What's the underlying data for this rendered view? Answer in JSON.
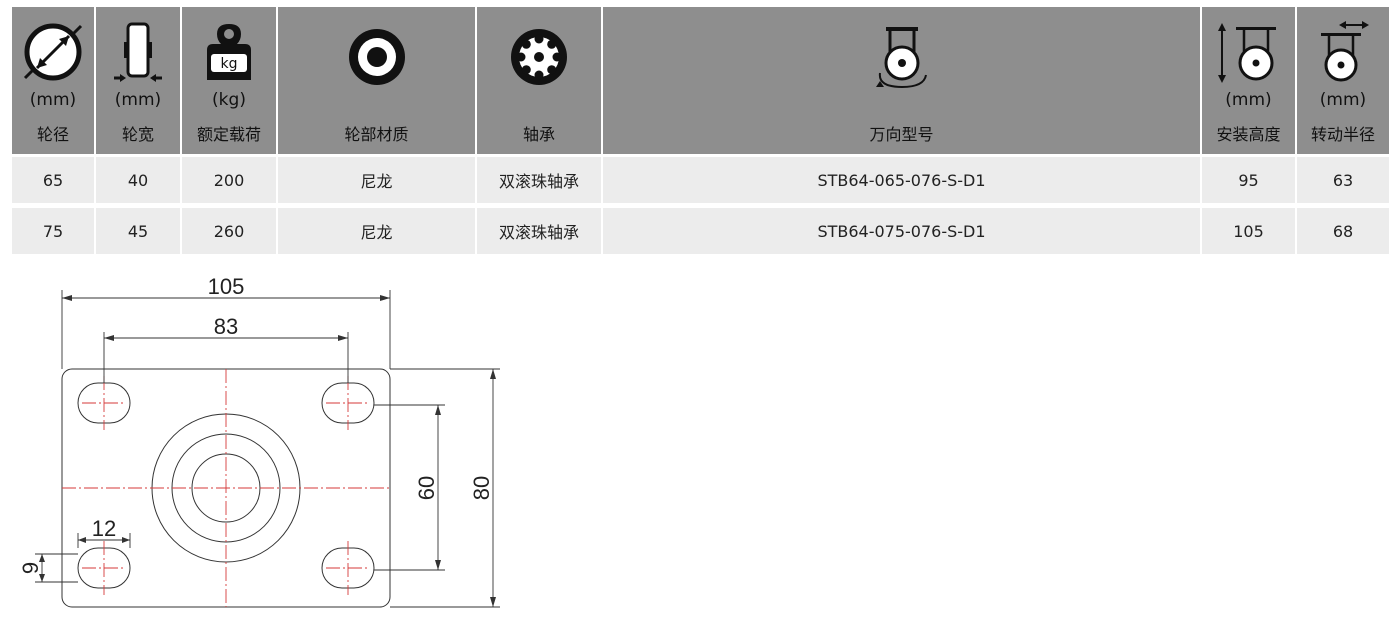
{
  "table": {
    "headers": [
      {
        "icon": "wheel-diameter-icon",
        "unit": "(mm)",
        "label": "轮径"
      },
      {
        "icon": "wheel-width-icon",
        "unit": "(mm)",
        "label": "轮宽"
      },
      {
        "icon": "kg-weight-icon",
        "icon_text": "kg",
        "unit": "(kg)",
        "label": "额定载荷"
      },
      {
        "icon": "wheel-material-icon",
        "unit": "",
        "label": "轮部材质"
      },
      {
        "icon": "ball-bearing-icon",
        "unit": "",
        "label": "轴承"
      },
      {
        "icon": "swivel-caster-icon",
        "unit": "",
        "label": "万向型号"
      },
      {
        "icon": "mount-height-icon",
        "unit": "(mm)",
        "label": "安装高度"
      },
      {
        "icon": "swivel-radius-icon",
        "unit": "(mm)",
        "label": "转动半径"
      }
    ],
    "rows": [
      [
        "65",
        "40",
        "200",
        "尼龙",
        "双滚珠轴承",
        "STB64-065-076-S-D1",
        "95",
        "63"
      ],
      [
        "75",
        "45",
        "260",
        "尼龙",
        "双滚珠轴承",
        "STB64-075-076-S-D1",
        "105",
        "68"
      ]
    ]
  },
  "drawing": {
    "dims": {
      "overall_width": "105",
      "hole_spacing_x": "83",
      "hole_spacing_y": "60",
      "overall_height": "80",
      "slot_length": "12",
      "slot_width": "9"
    }
  }
}
